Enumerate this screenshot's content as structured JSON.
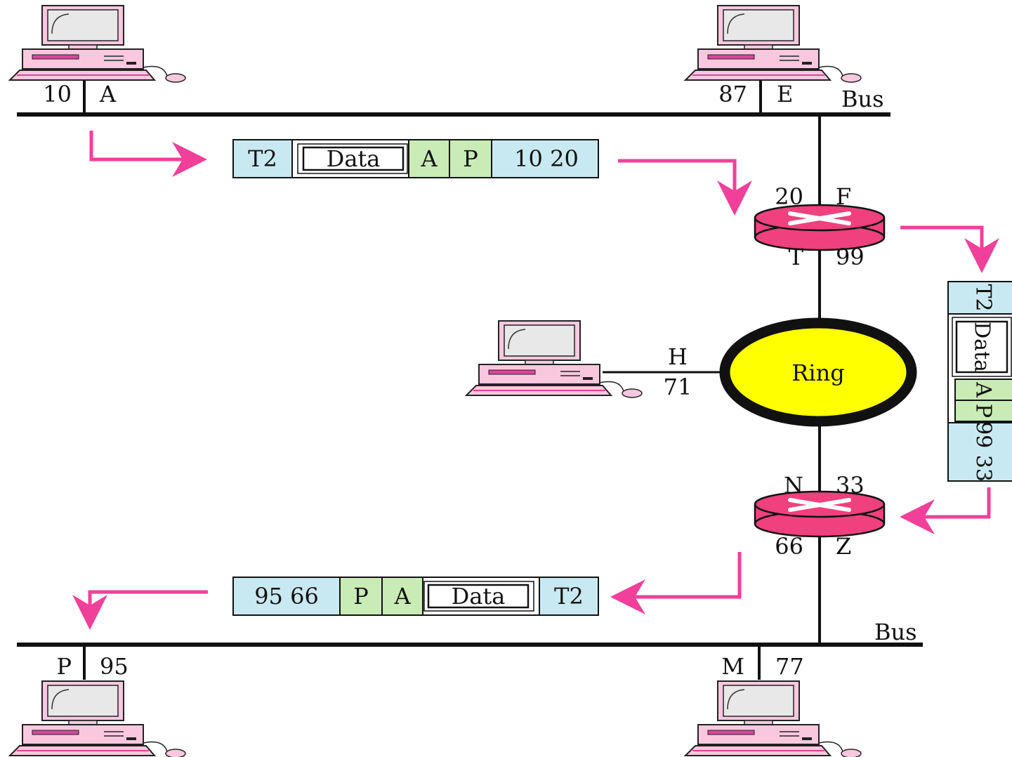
{
  "colors": {
    "link": "#111111",
    "arrow": "#f0409a",
    "router": "#f0407e",
    "ring": "#ffff00",
    "pc_body": "#f9c8de",
    "pc_trim": "#e0449a",
    "header_fill": "#c9e9f2",
    "addr_fill": "#c9ebb5"
  },
  "labels": {
    "top_bus": "Bus",
    "bottom_bus": "Bus",
    "ring": "Ring"
  },
  "stations": {
    "a": {
      "phys": "10",
      "logical": "A"
    },
    "e": {
      "phys": "87",
      "logical": "E"
    },
    "h": {
      "logical": "H",
      "phys": "71"
    },
    "p": {
      "logical": "P",
      "phys": "95"
    },
    "m": {
      "logical": "M",
      "phys": "77"
    }
  },
  "routers": {
    "top": {
      "left_upper": "20",
      "right_upper": "F",
      "left_lower": "T",
      "right_lower": "99"
    },
    "bottom": {
      "left_upper": "N",
      "right_upper": "33",
      "left_lower": "66",
      "right_lower": "Z"
    }
  },
  "packets": {
    "first": {
      "trailer": "T2",
      "data": "Data",
      "src": "A",
      "dst": "P",
      "phys": "10 20"
    },
    "second": {
      "trailer": "T2",
      "data": "Data",
      "src": "A",
      "dst": "P",
      "phys": "99 33"
    },
    "third": {
      "phys": "95 66",
      "dst": "P",
      "src": "A",
      "data": "Data",
      "trailer": "T2"
    }
  }
}
